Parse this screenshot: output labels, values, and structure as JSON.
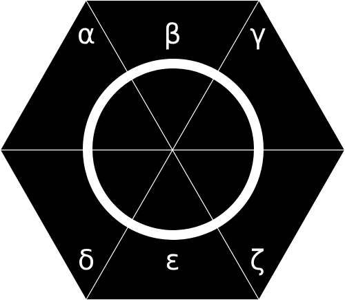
{
  "diagram": {
    "colors": {
      "hexagon_fill": "#000000",
      "lines": "#ffffff",
      "ring": "#ffffff",
      "labels": "#ffffff"
    },
    "labels": {
      "alpha": "α",
      "beta": "β",
      "gamma": "γ",
      "delta": "δ",
      "epsilon": "ε",
      "zeta": "ζ"
    }
  }
}
